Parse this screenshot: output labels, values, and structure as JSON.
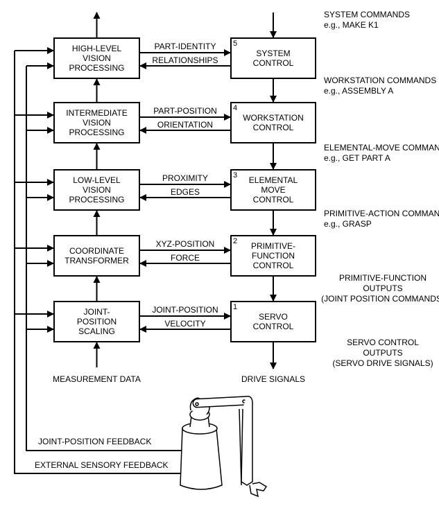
{
  "left_boxes": [
    {
      "lines": [
        "HIGH-LEVEL",
        "VISION",
        "PROCESSING"
      ]
    },
    {
      "lines": [
        "INTERMEDIATE",
        "VISION",
        "PROCESSING"
      ]
    },
    {
      "lines": [
        "LOW-LEVEL",
        "VISION",
        "PROCESSING"
      ]
    },
    {
      "lines": [
        "COORDINATE",
        "TRANSFORMER"
      ]
    },
    {
      "lines": [
        "JOINT-",
        "POSITION",
        "SCALING"
      ]
    }
  ],
  "right_boxes": [
    {
      "number": "5",
      "lines": [
        "SYSTEM",
        "CONTROL"
      ]
    },
    {
      "number": "4",
      "lines": [
        "WORKSTATION",
        "CONTROL"
      ]
    },
    {
      "number": "3",
      "lines": [
        "ELEMENTAL",
        "MOVE",
        "CONTROL"
      ]
    },
    {
      "number": "2",
      "lines": [
        "PRIMITIVE-",
        "FUNCTION",
        "CONTROL"
      ]
    },
    {
      "number": "1",
      "lines": [
        "SERVO",
        "CONTROL"
      ]
    }
  ],
  "links": [
    {
      "forward": "PART-IDENTITY",
      "back": "RELATIONSHIPS"
    },
    {
      "forward": "PART-POSITION",
      "back": "ORIENTATION"
    },
    {
      "forward": "PROXIMITY",
      "back": "EDGES"
    },
    {
      "forward": "XYZ-POSITION",
      "back": "FORCE"
    },
    {
      "forward": "JOINT-POSITION",
      "back": "VELOCITY"
    }
  ],
  "commands": [
    {
      "lines": [
        "SYSTEM COMMANDS",
        "e.g., MAKE K1"
      ]
    },
    {
      "lines": [
        "WORKSTATION COMMANDS",
        "e.g., ASSEMBLY A"
      ]
    },
    {
      "lines": [
        "ELEMENTAL-MOVE COMMANDS",
        "e.g., GET PART A"
      ]
    },
    {
      "lines": [
        "PRIMITIVE-ACTION COMMANDS",
        "e.g., GRASP"
      ]
    }
  ],
  "outputs": [
    {
      "lines": [
        "PRIMITIVE-FUNCTION",
        "OUTPUTS",
        "(JOINT POSITION COMMANDS)"
      ]
    },
    {
      "lines": [
        "SERVO CONTROL",
        "OUTPUTS",
        "(SERVO DRIVE SIGNALS)"
      ]
    }
  ],
  "measurement_data": "MEASUREMENT DATA",
  "drive_signals": "DRIVE SIGNALS",
  "joint_position_feedback": "JOINT-POSITION FEEDBACK",
  "external_sensory_feedback": "EXTERNAL SENSORY FEEDBACK",
  "robot_icon": "robot-arm-illustration"
}
